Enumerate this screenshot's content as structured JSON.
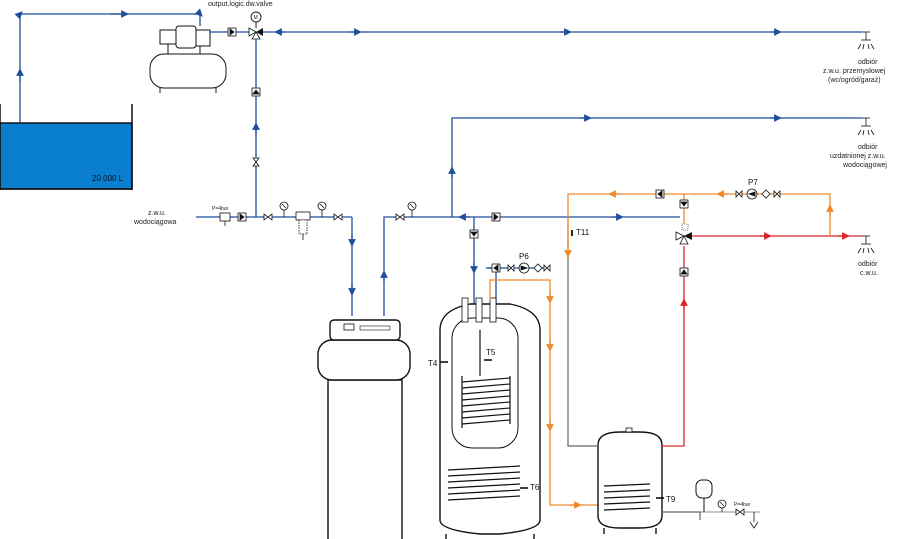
{
  "colors": {
    "cold": "#1f4e9c",
    "cold_light": "#3a6fc4",
    "hot": "#d9262c",
    "heating": "#ee8a2a",
    "tank_water": "#0a7fd0",
    "equipment": "#1a1a1a",
    "grey_line": "#666666"
  },
  "labels": {
    "valve_output": "output.logic.dw.valve",
    "tank_volume": "20 000 L",
    "mains_inlet_line1": "z.w.u.",
    "mains_inlet_line2": "wodociągowa",
    "pressure_reducer": "P=4bar",
    "outlet_industrial_1": "odbiór",
    "outlet_industrial_2": "z.w.u. przemysłowej",
    "outlet_industrial_3": "(wc/ogród/garaż)",
    "outlet_treated_1": "odbiór",
    "outlet_treated_2": "uzdatnionej z.w.u.",
    "outlet_treated_3": "wodociągowej",
    "outlet_hot_1": "odbiór",
    "outlet_hot_2": "c.w.u.",
    "motor": "M",
    "expansion_note": "P=4bar",
    "sensor_t4": "T4",
    "sensor_t5": "T5",
    "sensor_t6": "T6",
    "sensor_t9": "T9",
    "sensor_t11": "T11",
    "pump_p6": "P6",
    "pump_p7": "P7"
  }
}
